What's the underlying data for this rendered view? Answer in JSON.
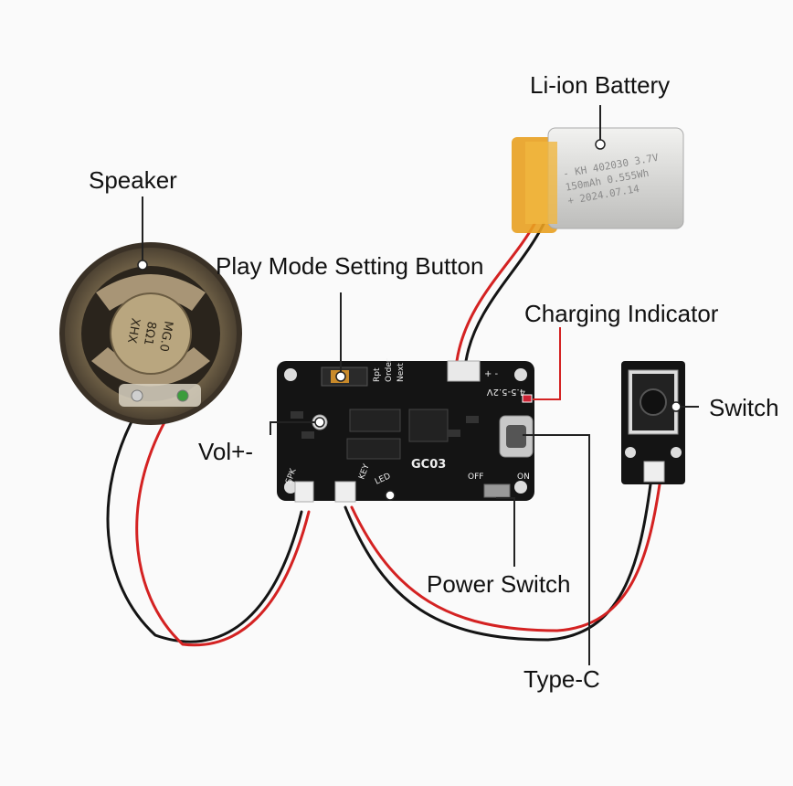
{
  "labels": {
    "battery": "Li-ion Battery",
    "speaker": "Speaker",
    "play_mode": "Play Mode Setting Button",
    "charging": "Charging Indicator",
    "switch": "Switch",
    "vol": "Vol+-",
    "power_switch": "Power Switch",
    "typec": "Type-C"
  },
  "battery": {
    "line1": "- KH 402030 3.7V",
    "line2": "150mAh 0.555Wh",
    "line3": "+ 2024.07.14"
  },
  "speaker": {
    "cap_line1": "MG.0",
    "cap_line2": "8Ω1",
    "cap_line3": "XHX"
  },
  "board": {
    "model": "GC03",
    "voltage": "4.5-5.2V",
    "mode_opts": [
      "Rpt",
      "Order",
      "Next"
    ],
    "spk": "SPK",
    "key": "KEY",
    "led": "LED",
    "off": "OFF",
    "on": "ON",
    "cn": "+    -"
  },
  "colors": {
    "wire_red": "#d42222",
    "wire_black": "#141414",
    "pcb": "#141414",
    "battery_tape": "#e8a020",
    "leader": "#222222"
  }
}
